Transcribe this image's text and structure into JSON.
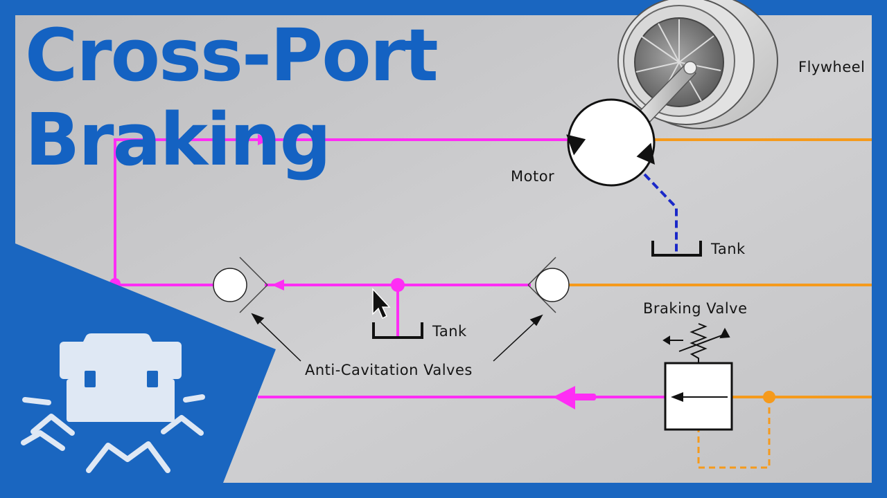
{
  "title": {
    "line1": "Cross-Port",
    "line2": "Braking"
  },
  "labels": {
    "flywheel": "Flywheel",
    "motor": "Motor",
    "tank_top": "Tank",
    "tank_mid": "Tank",
    "braking_valve": "Braking Valve",
    "anti_cavitation": "Anti-Cavitation Valves"
  },
  "colors": {
    "frame": "#1a66c0",
    "title": "#1462c2",
    "pressure_line": "#ff2df5",
    "return_line": "#f59a1c",
    "pilot_line": "#1a28c8",
    "background": "#c7c7c9"
  },
  "icons": [
    "toolbox-icon",
    "wave-icon",
    "mouse-cursor-icon",
    "spring-icon"
  ]
}
